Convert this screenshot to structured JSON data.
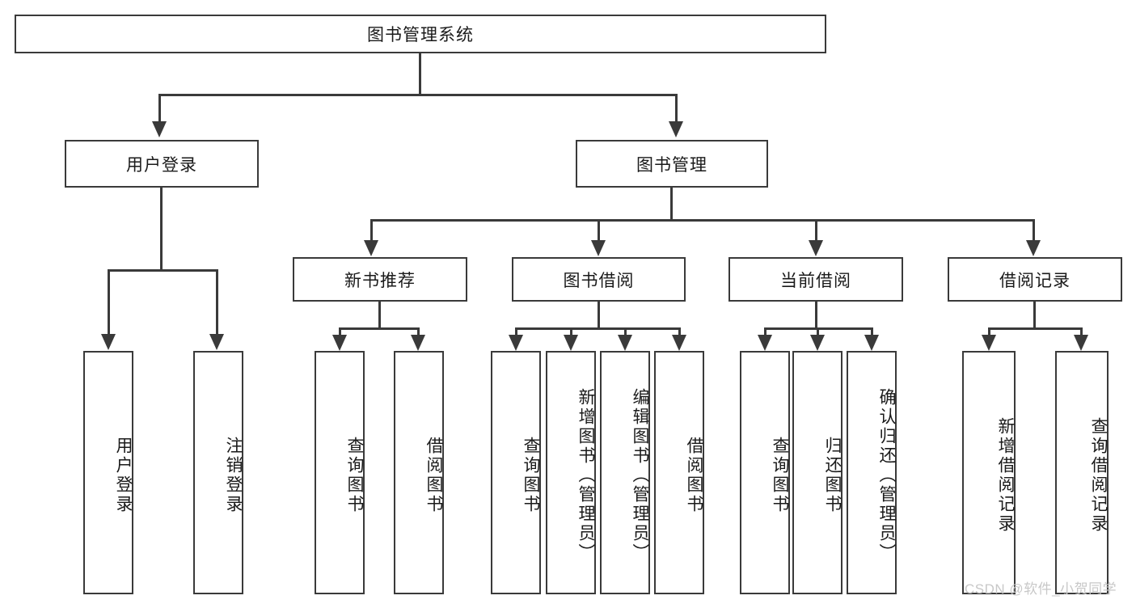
{
  "diagram": {
    "type": "hierarchy-tree",
    "title": "图书管理系统",
    "root": {
      "label": "图书管理系统"
    },
    "level2": [
      {
        "id": "user-login",
        "label": "用户登录"
      },
      {
        "id": "book-management",
        "label": "图书管理"
      }
    ],
    "level3": [
      {
        "id": "new-book-recommend",
        "label": "新书推荐",
        "parent": "book-management"
      },
      {
        "id": "book-borrow",
        "label": "图书借阅",
        "parent": "book-management"
      },
      {
        "id": "current-borrow",
        "label": "当前借阅",
        "parent": "book-management"
      },
      {
        "id": "borrow-record",
        "label": "借阅记录",
        "parent": "book-management"
      }
    ],
    "leaves": {
      "user_login": [
        {
          "id": "leaf-user-login",
          "label": "用户登录"
        },
        {
          "id": "leaf-logout",
          "label": "注销登录"
        }
      ],
      "new_book_recommend": [
        {
          "id": "leaf-query-book-1",
          "label": "查询图书"
        },
        {
          "id": "leaf-borrow-book-1",
          "label": "借阅图书"
        }
      ],
      "book_borrow": [
        {
          "id": "leaf-query-book-2",
          "label": "查询图书"
        },
        {
          "id": "leaf-add-book",
          "label": "新增图书（管理员）"
        },
        {
          "id": "leaf-edit-book",
          "label": "编辑图书（管理员）"
        },
        {
          "id": "leaf-borrow-book-2",
          "label": "借阅图书"
        }
      ],
      "current_borrow": [
        {
          "id": "leaf-query-book-3",
          "label": "查询图书"
        },
        {
          "id": "leaf-return-book",
          "label": "归还图书"
        },
        {
          "id": "leaf-confirm-return",
          "label": "确认归还（管理员）"
        }
      ],
      "borrow_record": [
        {
          "id": "leaf-add-record",
          "label": "新增借阅记录"
        },
        {
          "id": "leaf-query-record",
          "label": "查询借阅记录"
        }
      ]
    }
  },
  "watermark": {
    "text": "CSDN @软件_小贺同学"
  },
  "colors": {
    "stroke": "#3a3a3a",
    "fill": "#ffffff",
    "text": "#1a1a1a",
    "watermark": "#c8c8c8"
  }
}
